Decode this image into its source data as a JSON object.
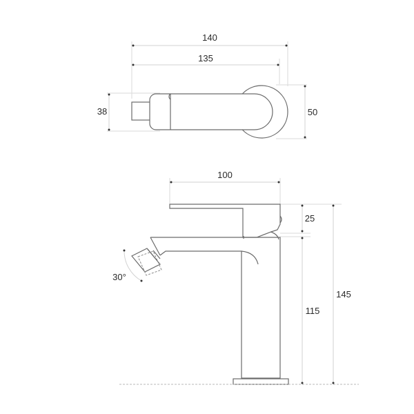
{
  "diagram": {
    "type": "technical-drawing",
    "subject": "bidet mixer faucet",
    "colors": {
      "outline": "#6a6a6a",
      "dimension_line": "#d2d2d2",
      "text": "#2a2a2a",
      "background": "#ffffff"
    },
    "top_view": {
      "dimensions": {
        "overall_length": "140",
        "body_length": "135",
        "body_height": "38",
        "base_diameter": "50"
      }
    },
    "side_view": {
      "dimensions": {
        "handle_length": "100",
        "handle_height": "25",
        "spout_height": "115",
        "total_height": "145",
        "nozzle_angle": "30°"
      }
    }
  }
}
